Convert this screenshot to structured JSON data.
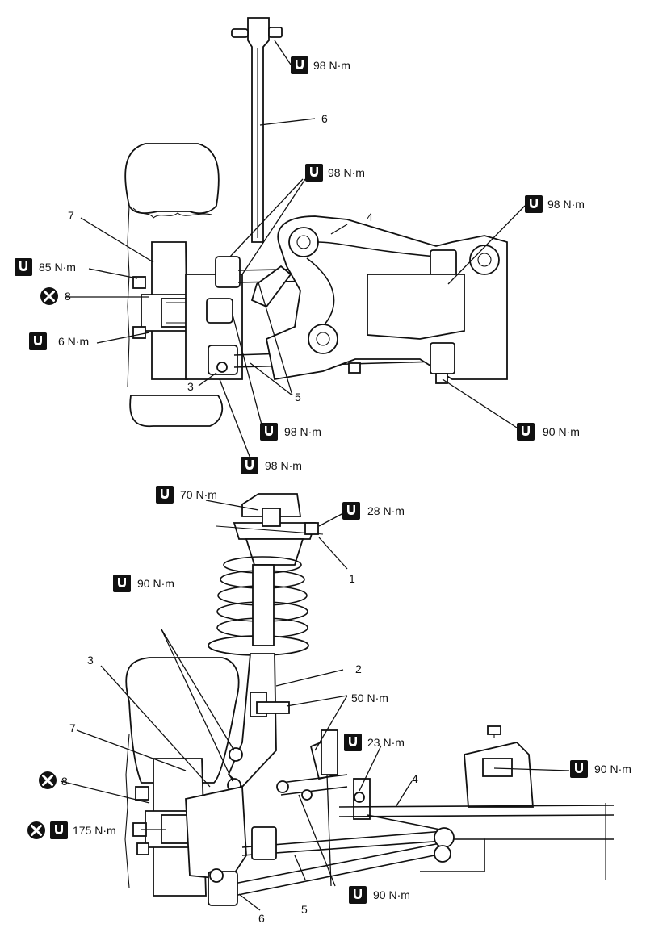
{
  "upper": {
    "torques": {
      "t_top": "98 N·m",
      "t_upper_mid": "98 N·m",
      "t_right": "98 N·m",
      "t_85": "85 N·m",
      "t_6": "6 N·m",
      "t_low1": "98 N·m",
      "t_low2": "98 N·m",
      "t_90": "90 N·m"
    },
    "callouts": {
      "c6": "6",
      "c7": "7",
      "c4": "4",
      "c8": "8",
      "c3": "3",
      "c5": "5"
    }
  },
  "lower": {
    "torques": {
      "t_70": "70 N·m",
      "t_28": "28 N·m",
      "t_90a": "90 N·m",
      "t_50": "50 N·m",
      "t_23": "23 N·m",
      "t_90b": "90 N·m",
      "t_175": "175 N·m",
      "t_90c": "90 N·m"
    },
    "callouts": {
      "c1": "1",
      "c2": "2",
      "c3": "3",
      "c7": "7",
      "c8": "8",
      "c4": "4",
      "c5": "5",
      "c6": "6"
    }
  },
  "icons": [
    "wrench-torque-icon",
    "do-not-reuse-icon"
  ]
}
